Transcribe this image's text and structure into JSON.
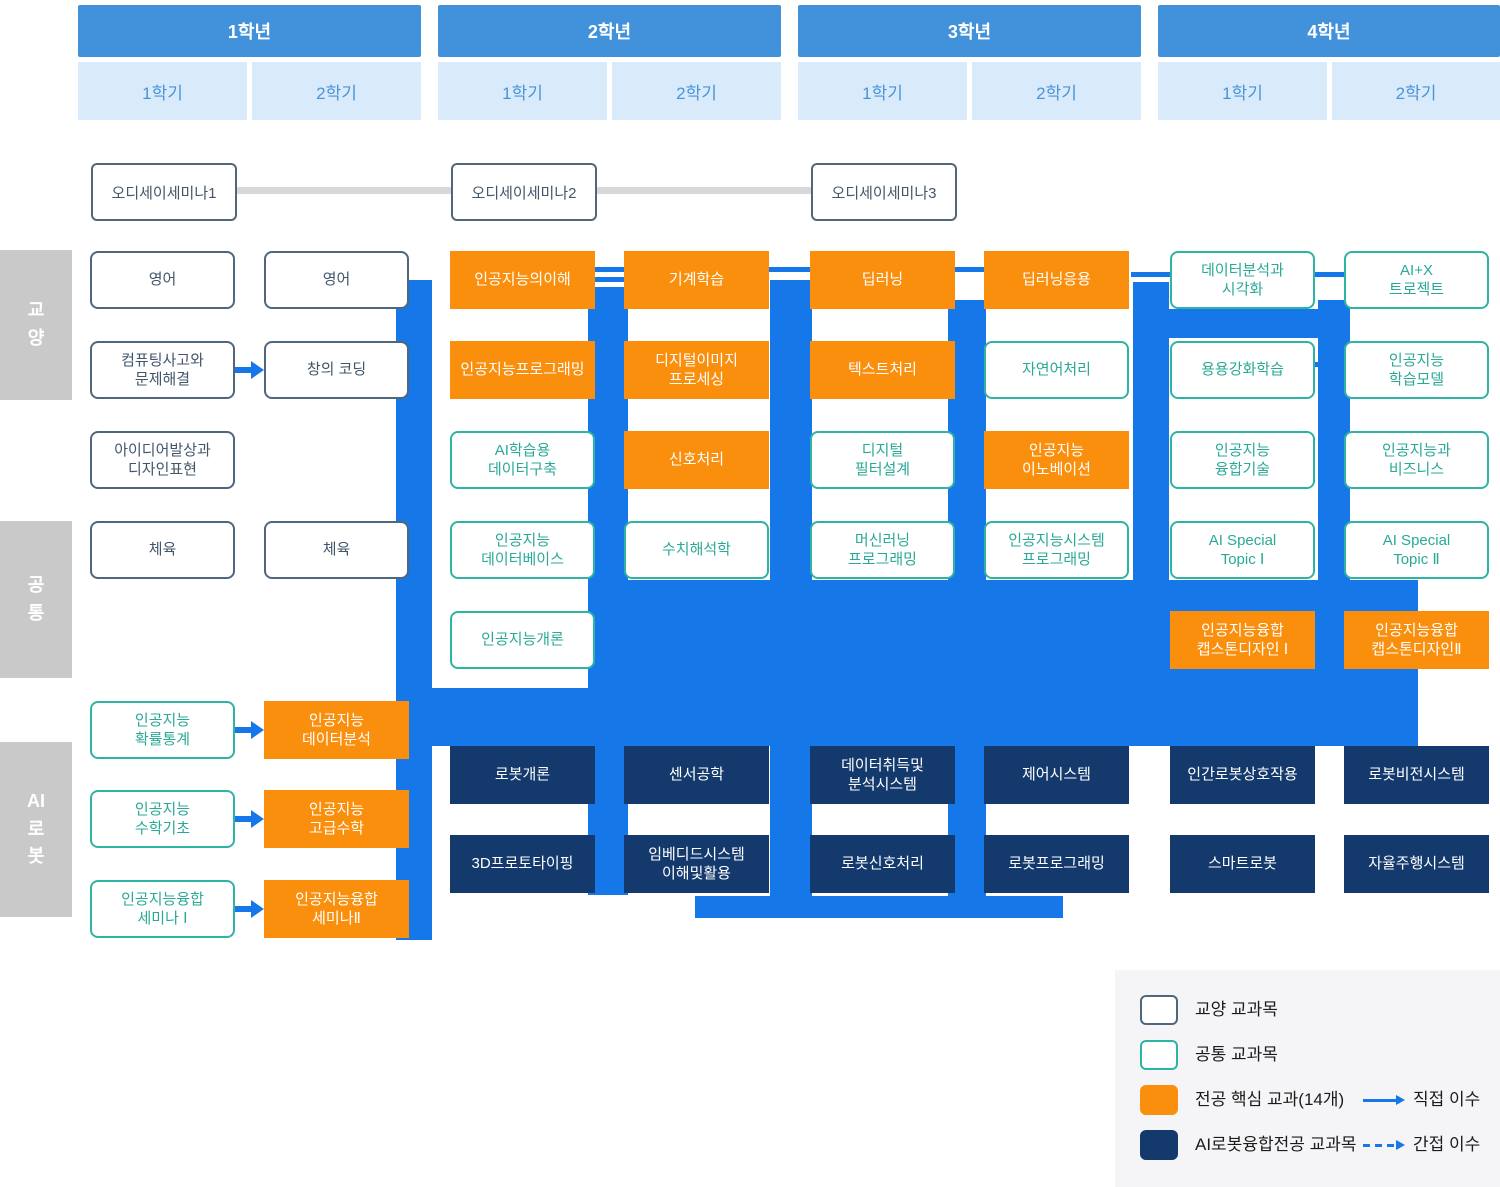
{
  "palette": {
    "year_header": "#4291db",
    "semester_header_bg": "#d9eafb",
    "semester_header_text": "#4a94da",
    "flow_blue": "#1677e8",
    "core_orange": "#fa8f0e",
    "airobot_navy": "#143a6d",
    "common_teal": "#2fb3a3",
    "liberal_slate": "#50667c",
    "sidebar_gray": "#c9c9c9",
    "odyssey_line_gray": "#d8d8d8",
    "legend_bg": "#f5f5f7"
  },
  "years": [
    {
      "label": "1학년",
      "semesters": [
        "1학기",
        "2학기"
      ]
    },
    {
      "label": "2학년",
      "semesters": [
        "1학기",
        "2학기"
      ]
    },
    {
      "label": "3학년",
      "semesters": [
        "1학기",
        "2학기"
      ]
    },
    {
      "label": "4학년",
      "semesters": [
        "1학기",
        "2학기"
      ]
    }
  ],
  "sidebar_groups": [
    {
      "id": "liberal",
      "label": "교\n양"
    },
    {
      "id": "common",
      "label": "공\n통"
    },
    {
      "id": "airobot",
      "label": "AI\n로\n봇"
    }
  ],
  "odyssey_seminars": [
    "오디세이세미나1",
    "오디세이세미나2",
    "오디세이세미나3"
  ],
  "courses": [
    {
      "col": 1,
      "row": 1,
      "type": "liberal",
      "label": "영어"
    },
    {
      "col": 2,
      "row": 1,
      "type": "liberal",
      "label": "영어"
    },
    {
      "col": 1,
      "row": 2,
      "type": "liberal",
      "label": "컴퓨팅사고와\n문제해결"
    },
    {
      "col": 2,
      "row": 2,
      "type": "liberal",
      "label": "창의 코딩"
    },
    {
      "col": 1,
      "row": 3,
      "type": "liberal",
      "label": "아이디어발상과\n디자인표현"
    },
    {
      "col": 1,
      "row": 4,
      "type": "liberal",
      "label": "체육"
    },
    {
      "col": 2,
      "row": 4,
      "type": "liberal",
      "label": "체육"
    },
    {
      "col": 1,
      "row": 6,
      "type": "common",
      "label": "인공지능\n확률통계"
    },
    {
      "col": 2,
      "row": 6,
      "type": "core",
      "label": "인공지능\n데이터분석"
    },
    {
      "col": 1,
      "row": 8,
      "type": "common",
      "label": "인공지능\n수학기초"
    },
    {
      "col": 2,
      "row": 8,
      "type": "core",
      "label": "인공지능\n고급수학"
    },
    {
      "col": 1,
      "row": 10,
      "type": "common",
      "label": "인공지능융합\n세미나 Ⅰ"
    },
    {
      "col": 2,
      "row": 10,
      "type": "core",
      "label": "인공지능융합\n세미나Ⅱ"
    },
    {
      "col": 3,
      "row": 1,
      "type": "core",
      "label": "인공지능의이해"
    },
    {
      "col": 3,
      "row": 2,
      "type": "core",
      "label": "인공지능프로그래밍"
    },
    {
      "col": 3,
      "row": 3,
      "type": "common",
      "label": "AI학습용\n데이터구축"
    },
    {
      "col": 3,
      "row": 4,
      "type": "common",
      "label": "인공지능\n데이터베이스"
    },
    {
      "col": 3,
      "row": 5,
      "type": "common",
      "label": "인공지능개론"
    },
    {
      "col": 4,
      "row": 1,
      "type": "core",
      "label": "기계학습"
    },
    {
      "col": 4,
      "row": 2,
      "type": "core",
      "label": "디지털이미지\n프로세싱"
    },
    {
      "col": 4,
      "row": 3,
      "type": "core",
      "label": "신호처리"
    },
    {
      "col": 4,
      "row": 4,
      "type": "common",
      "label": "수치해석학"
    },
    {
      "col": 5,
      "row": 1,
      "type": "core",
      "label": "딥러닝"
    },
    {
      "col": 5,
      "row": 2,
      "type": "core",
      "label": "텍스트처리"
    },
    {
      "col": 5,
      "row": 3,
      "type": "common",
      "label": "디지털\n필터설계"
    },
    {
      "col": 5,
      "row": 4,
      "type": "common",
      "label": "머신러닝\n프로그래밍"
    },
    {
      "col": 6,
      "row": 1,
      "type": "core",
      "label": "딥러닝응용"
    },
    {
      "col": 6,
      "row": 2,
      "type": "common",
      "label": "자연어처리"
    },
    {
      "col": 6,
      "row": 3,
      "type": "core",
      "label": "인공지능\n이노베이션"
    },
    {
      "col": 6,
      "row": 4,
      "type": "common",
      "label": "인공지능시스템\n프로그래밍"
    },
    {
      "col": 7,
      "row": 1,
      "type": "common",
      "label": "데이터분석과\n시각화"
    },
    {
      "col": 7,
      "row": 2,
      "type": "common",
      "label": "용용강화학습"
    },
    {
      "col": 7,
      "row": 3,
      "type": "common",
      "label": "인공지능\n융합기술"
    },
    {
      "col": 7,
      "row": 4,
      "type": "common",
      "label": "AI Special\nTopic Ⅰ"
    },
    {
      "col": 7,
      "row": 5,
      "type": "core",
      "label": "인공지능융합\n캡스톤디자인 Ⅰ"
    },
    {
      "col": 8,
      "row": 1,
      "type": "common",
      "label": "AI+X\n트로젝트"
    },
    {
      "col": 8,
      "row": 2,
      "type": "common",
      "label": "인공지능\n학습모델"
    },
    {
      "col": 8,
      "row": 3,
      "type": "common",
      "label": "인공지능과\n비즈니스"
    },
    {
      "col": 8,
      "row": 4,
      "type": "common",
      "label": "AI Special\nTopic Ⅱ"
    },
    {
      "col": 8,
      "row": 5,
      "type": "core",
      "label": "인공지능융합\n캡스톤디자인Ⅱ"
    },
    {
      "col": 3,
      "row": 7,
      "type": "airobot",
      "label": "로봇개론"
    },
    {
      "col": 4,
      "row": 7,
      "type": "airobot",
      "label": "센서공학"
    },
    {
      "col": 5,
      "row": 7,
      "type": "airobot",
      "label": "데이터취득및\n분석시스템"
    },
    {
      "col": 6,
      "row": 7,
      "type": "airobot",
      "label": "제어시스템"
    },
    {
      "col": 7,
      "row": 7,
      "type": "airobot",
      "label": "인간로봇상호작용"
    },
    {
      "col": 8,
      "row": 7,
      "type": "airobot",
      "label": "로봇비전시스템"
    },
    {
      "col": 3,
      "row": 9,
      "type": "airobot",
      "label": "3D프로토타이핑"
    },
    {
      "col": 4,
      "row": 9,
      "type": "airobot",
      "label": "임베디드시스템\n이해및활용"
    },
    {
      "col": 5,
      "row": 9,
      "type": "airobot",
      "label": "로봇신호처리"
    },
    {
      "col": 6,
      "row": 9,
      "type": "airobot",
      "label": "로봇프로그래밍"
    },
    {
      "col": 7,
      "row": 9,
      "type": "airobot",
      "label": "스마트로봇"
    },
    {
      "col": 8,
      "row": 9,
      "type": "airobot",
      "label": "자율주행시스템"
    }
  ],
  "legend": {
    "items": [
      {
        "type": "liberal",
        "label": "교양 교과목"
      },
      {
        "type": "common",
        "label": "공통 교과목"
      },
      {
        "type": "core",
        "label": "전공 핵심 교과(14개)"
      },
      {
        "type": "airobot",
        "label": "AI로봇융합전공 교과목"
      }
    ],
    "arrows": [
      {
        "style": "solid",
        "label": "직접 이수"
      },
      {
        "style": "dashed",
        "label": "간접 이수"
      }
    ]
  }
}
